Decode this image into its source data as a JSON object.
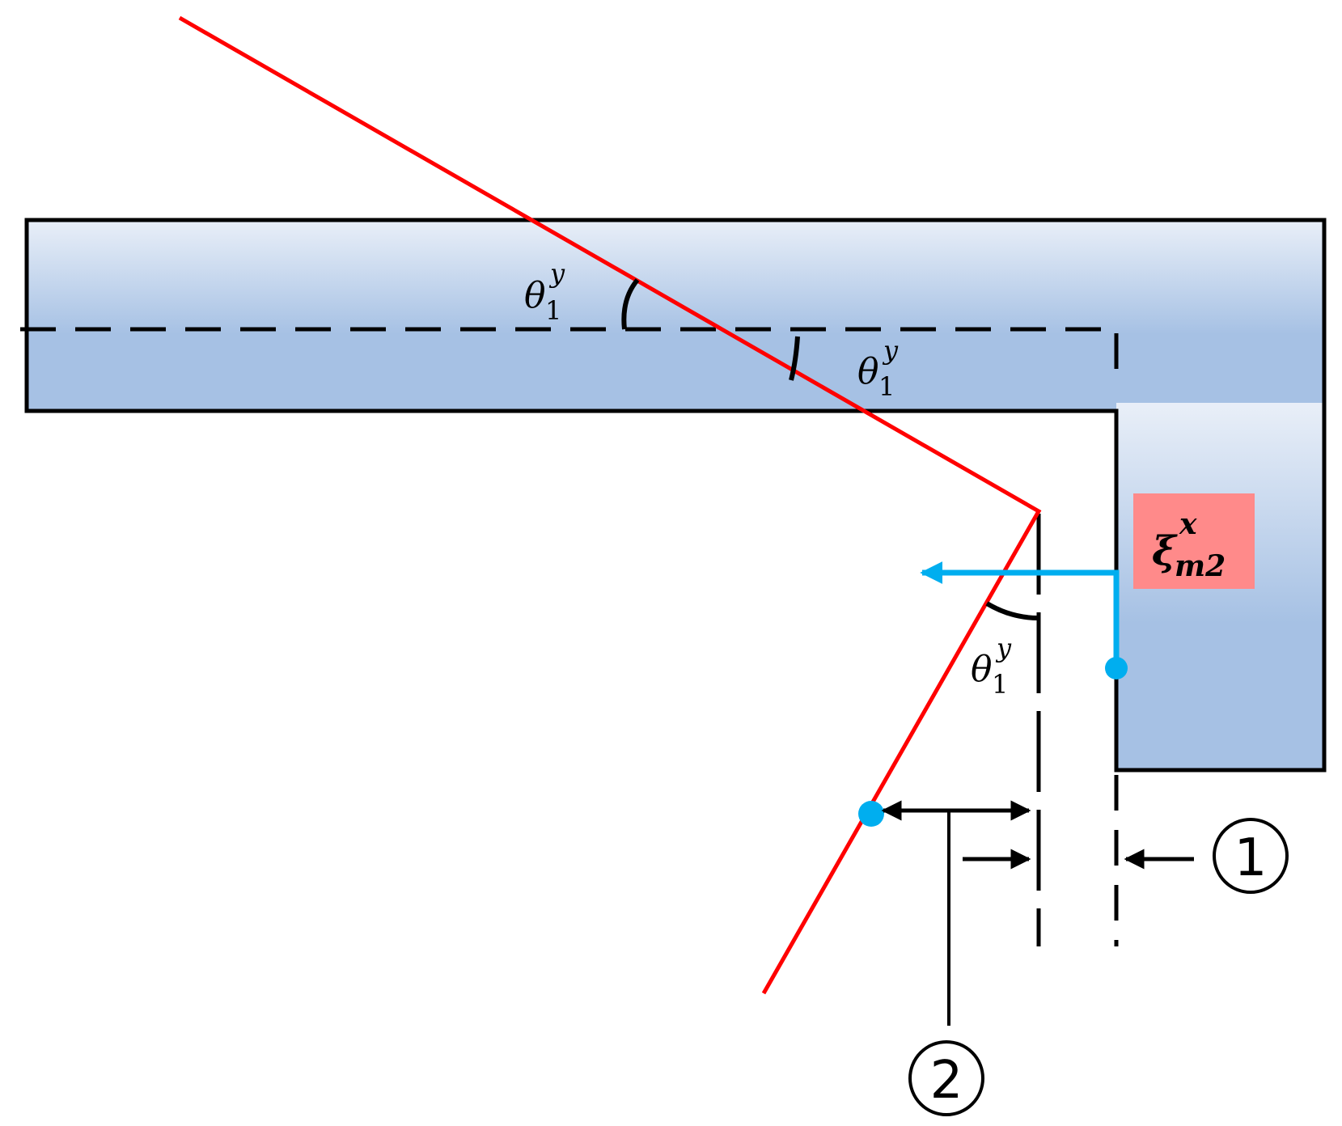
{
  "labels": {
    "theta_symbol": "θ",
    "theta_sub": "1",
    "theta_sup": "y",
    "xi_symbol": "ξ",
    "xi_sub": "m2",
    "xi_sup": "x",
    "marker_1": "1",
    "marker_2": "2"
  },
  "colors": {
    "member_fill_light": "#e9eff8",
    "member_fill_dark": "#a6c1e4",
    "outline": "#000000",
    "deformed_line": "#ff0000",
    "displacement": "#00aeef",
    "xi_box": "#ff8a8a"
  }
}
